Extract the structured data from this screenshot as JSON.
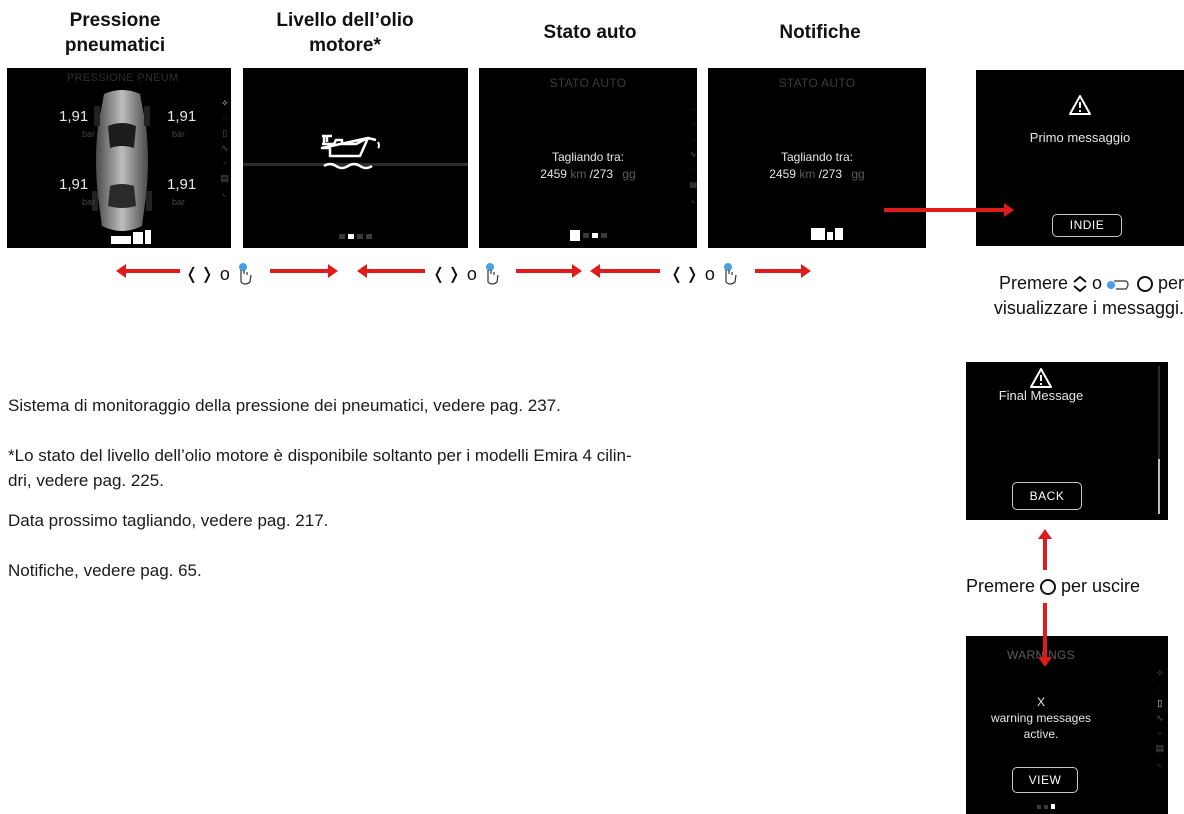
{
  "columns": {
    "tyre": "Pressione\npneumatici",
    "oil": "Livello dell’olio\nmotore*",
    "status": "Stato auto",
    "notifications": "Notifiche"
  },
  "screens": {
    "tyre": {
      "title": "PRESSIONE PNEUM",
      "front_left": "1,91",
      "front_right": "1,91",
      "rear_left": "1,91",
      "rear_right": "1,91",
      "unit": "bar"
    },
    "status": {
      "title": "STATO AUTO",
      "line1": "Tagliando tra:",
      "km_value": "2459",
      "km_unit": "km",
      "days_value": "/273",
      "days_unit": "gg"
    },
    "notifications": {
      "title": "STATO AUTO",
      "line1": "Tagliando tra:",
      "km_value": "2459",
      "km_unit": "km",
      "days_value": "/273",
      "days_unit": "gg"
    },
    "first_message": {
      "text": "Primo messaggio",
      "button": "INDIE"
    },
    "final_message": {
      "text": "Final Message",
      "button": "BACK"
    },
    "warnings": {
      "title": "WARNINGS",
      "count": "X",
      "line2": "warning messages",
      "line3": "active.",
      "button": "VIEW"
    }
  },
  "nav": {
    "separator": "o"
  },
  "instructions": {
    "view_pre": "Premere",
    "view_mid": "o",
    "view_post": "per",
    "view_line2": "visualizzare i messaggi.",
    "exit_pre": "Premere",
    "exit_post": "per uscire"
  },
  "notes": {
    "tyre": "Sistema di monitoraggio della pressione dei pneumatici, vedere pag. 237.",
    "oil_line1": "*Lo stato del livello dell’olio motore è disponibile soltanto per i modelli Emira 4 cilin-",
    "oil_line2": "dri, vedere pag. 225.",
    "service": "Data prossimo tagliando, vedere pag. 217.",
    "notifications": "Notifiche, vedere pag. 65."
  },
  "icons": {
    "warning": "warning-triangle-icon",
    "oil": "oil-can-icon",
    "car": "car-top-view-icon",
    "hand": "touch-hand-icon",
    "chevrons": "left-right-chevron-icon",
    "updown": "up-down-chevron-icon",
    "circle": "circle-button-icon"
  },
  "colors": {
    "arrow": "#e01b1b",
    "screen_bg": "#000000"
  }
}
